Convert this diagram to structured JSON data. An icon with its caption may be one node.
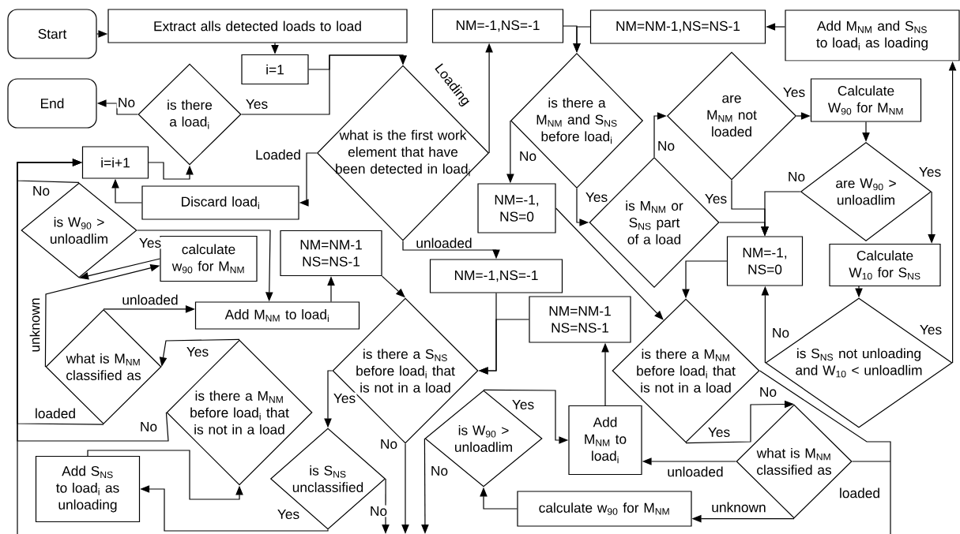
{
  "diagram": {
    "nodes": [
      {
        "text": [
          "Start"
        ]
      },
      {
        "text": [
          "Extract alls detected loads to load"
        ]
      },
      {
        "text": [
          "i=1"
        ]
      },
      {
        "text": [
          "End"
        ]
      },
      {
        "text": [
          "is there a load$_{i}$"
        ]
      },
      {
        "text": [
          "i=i+1"
        ]
      },
      {
        "text": [
          "Discard load$_{i}$"
        ]
      },
      {
        "text": [
          "what is the first work element that have been detected in load$_{i}$"
        ]
      },
      {
        "text": [
          "NM=-1,NS=-1"
        ]
      },
      {
        "text": [
          "NM=NM-1,NS=NS-1"
        ]
      },
      {
        "text": [
          "Add M$_{NM}$ and S$_{NS}$ to load$_{i}$ as loading"
        ]
      },
      {
        "text": [
          "is there a M$_{NM}$ and S$_{NS}$ before load$_{i}$"
        ]
      },
      {
        "text": [
          "NM=-1, NS=0"
        ]
      },
      {
        "text": [
          "is M$_{NM}$ or S$_{NS}$ part of a load"
        ]
      },
      {
        "text": [
          "are M$_{NM}$ not loaded"
        ]
      },
      {
        "text": [
          "Calculate W$_{90}$ for M$_{NM}$"
        ]
      },
      {
        "text": [
          "are W$_{90}$ > unloadlim"
        ]
      },
      {
        "text": [
          "NM=-1, NS=0"
        ]
      },
      {
        "text": [
          "Calculate W$_{10}$ for S$_{NS}$"
        ]
      },
      {
        "text": [
          "is S$_{NS}$ not unloading and W$_{10}$ < unloadlim"
        ]
      },
      {
        "text": [
          "is there a M$_{NM}$ before load$_{i}$ that is not in a load"
        ]
      },
      {
        "text": [
          "what is M$_{NM}$ classified as"
        ]
      },
      {
        "text": [
          "Add M$_{NM}$ to load$_{i}$"
        ]
      },
      {
        "text": [
          "NM=NM-1 NS=NS-1"
        ]
      },
      {
        "text": [
          "NM=-1,NS=-1"
        ]
      },
      {
        "text": [
          "is there a S$_{NS}$ before load$_{i}$ that is not in a load"
        ]
      },
      {
        "text": [
          "is S$_{NS}$ unclassified"
        ]
      },
      {
        "text": [
          "is W$_{90}$ > unloadlim"
        ]
      },
      {
        "text": [
          "calculate w$_{90}$ for M$_{NM}$"
        ]
      },
      {
        "text": [
          "NM=NM-1 NS=NS-1"
        ]
      },
      {
        "text": [
          "Add M$_{NM}$ to load$_{i}$"
        ]
      },
      {
        "text": [
          "is W$_{90}$ > unloadlim"
        ]
      },
      {
        "text": [
          "calculate w$_{90}$ for M$_{NM}$"
        ]
      },
      {
        "text": [
          "what is M$_{NM}$ classified as"
        ]
      },
      {
        "text": [
          "is there a M$_{NM}$ before load$_{i}$ that is not in a load"
        ]
      },
      {
        "text": [
          "Add S$_{NS}$ to load$_{i}$ as unloading"
        ]
      }
    ],
    "edges": [
      {
        "from": 0,
        "to": 1,
        "arrow": "to"
      },
      {
        "from": 1,
        "to": 2,
        "arrow": "to"
      },
      {
        "from": 2,
        "to": 7,
        "arrow": "to"
      },
      {
        "from": 4,
        "to": 7,
        "arrow": "to",
        "label": "Yes"
      },
      {
        "from": 4,
        "to": 3,
        "arrow": "to",
        "label": "No"
      },
      {
        "from": 5,
        "to": 4,
        "arrow": "to"
      },
      {
        "from": 6,
        "to": 5,
        "arrow": "to"
      },
      {
        "from": 7,
        "to": 6,
        "arrow": "to",
        "label": "Loaded"
      },
      {
        "from": 7,
        "to": 8,
        "arrow": "to",
        "label": "Loading"
      },
      {
        "from": 7,
        "to": 24,
        "arrow": "to",
        "label": "unloaded"
      },
      {
        "from": 8,
        "to": 11,
        "arrow": "to"
      },
      {
        "from": 9,
        "to": 11,
        "arrow": "to"
      },
      {
        "from": 10,
        "to": 9,
        "arrow": "to"
      },
      {
        "from": 11,
        "to": 12,
        "arrow": "to",
        "label": "No"
      },
      {
        "from": 11,
        "to": 13,
        "arrow": "to",
        "label": "Yes"
      },
      {
        "from": 12,
        "to": 20,
        "arrow": "to"
      },
      {
        "from": 13,
        "to": 14,
        "arrow": "to",
        "label": "No"
      },
      {
        "from": 13,
        "to": 17,
        "arrow": "to",
        "label": "Yes"
      },
      {
        "from": 14,
        "to": 17,
        "arrow": "to"
      },
      {
        "from": 14,
        "to": 15,
        "arrow": "to",
        "label": "Yes"
      },
      {
        "from": 15,
        "to": 16,
        "arrow": "to"
      },
      {
        "from": 16,
        "to": 17,
        "arrow": "to",
        "label": "No"
      },
      {
        "from": 16,
        "to": 18,
        "arrow": "to",
        "label": "Yes"
      },
      {
        "from": 18,
        "to": 19,
        "arrow": "to"
      },
      {
        "from": 19,
        "to": 10,
        "arrow": "to",
        "label": "Yes"
      },
      {
        "from": 19,
        "to": 17,
        "arrow": "to",
        "label": "No"
      },
      {
        "from": 17,
        "to": 20,
        "arrow": "to"
      },
      {
        "from": 20,
        "to": 21,
        "arrow": "to",
        "label": "Yes"
      },
      {
        "from": 20,
        "to": null,
        "arrow": "none",
        "label": "No"
      },
      {
        "from": 21,
        "to": null,
        "arrow": "none",
        "label": "loaded"
      },
      {
        "from": 21,
        "to": 22,
        "arrow": "to",
        "label": "unloaded"
      },
      {
        "from": 21,
        "to": 28,
        "arrow": "to",
        "label": "unknown"
      },
      {
        "from": 22,
        "to": 23,
        "arrow": "to"
      },
      {
        "from": 23,
        "to": 25,
        "arrow": "to"
      },
      {
        "from": 24,
        "to": 25,
        "arrow": "to"
      },
      {
        "from": 27,
        "to": 22,
        "arrow": "to",
        "label": "Yes"
      },
      {
        "from": 27,
        "to": null,
        "arrow": "to",
        "label": "No"
      },
      {
        "from": 28,
        "to": 27,
        "arrow": "to"
      },
      {
        "from": 25,
        "to": 26,
        "arrow": "to",
        "label": "Yes"
      },
      {
        "from": 25,
        "to": null,
        "arrow": "to",
        "label": "No"
      },
      {
        "from": 26,
        "to": null,
        "arrow": "to",
        "label": "No"
      },
      {
        "from": 26,
        "to": 35,
        "arrow": "to",
        "label": "Yes"
      },
      {
        "from": 29,
        "to": 25,
        "arrow": "to"
      },
      {
        "from": 30,
        "to": 29,
        "arrow": "to"
      },
      {
        "from": 31,
        "to": 30,
        "arrow": "to",
        "label": "Yes"
      },
      {
        "from": 31,
        "to": 5,
        "arrow": "to",
        "label": "No"
      },
      {
        "from": 32,
        "to": 31,
        "arrow": "to"
      },
      {
        "from": 33,
        "to": 32,
        "arrow": "to",
        "label": "unknown"
      },
      {
        "from": 33,
        "to": 30,
        "arrow": "to",
        "label": "unloaded"
      },
      {
        "from": 34,
        "to": 33,
        "arrow": "to",
        "label": "Yes"
      },
      {
        "from": 34,
        "to": 5,
        "arrow": "to",
        "label": "No"
      },
      {
        "from": 33,
        "to": 5,
        "arrow": "to",
        "label": "loaded"
      },
      {
        "from": 35,
        "to": 34,
        "arrow": "to"
      },
      {
        "from": null,
        "to": 5,
        "arrow": "to"
      }
    ]
  }
}
